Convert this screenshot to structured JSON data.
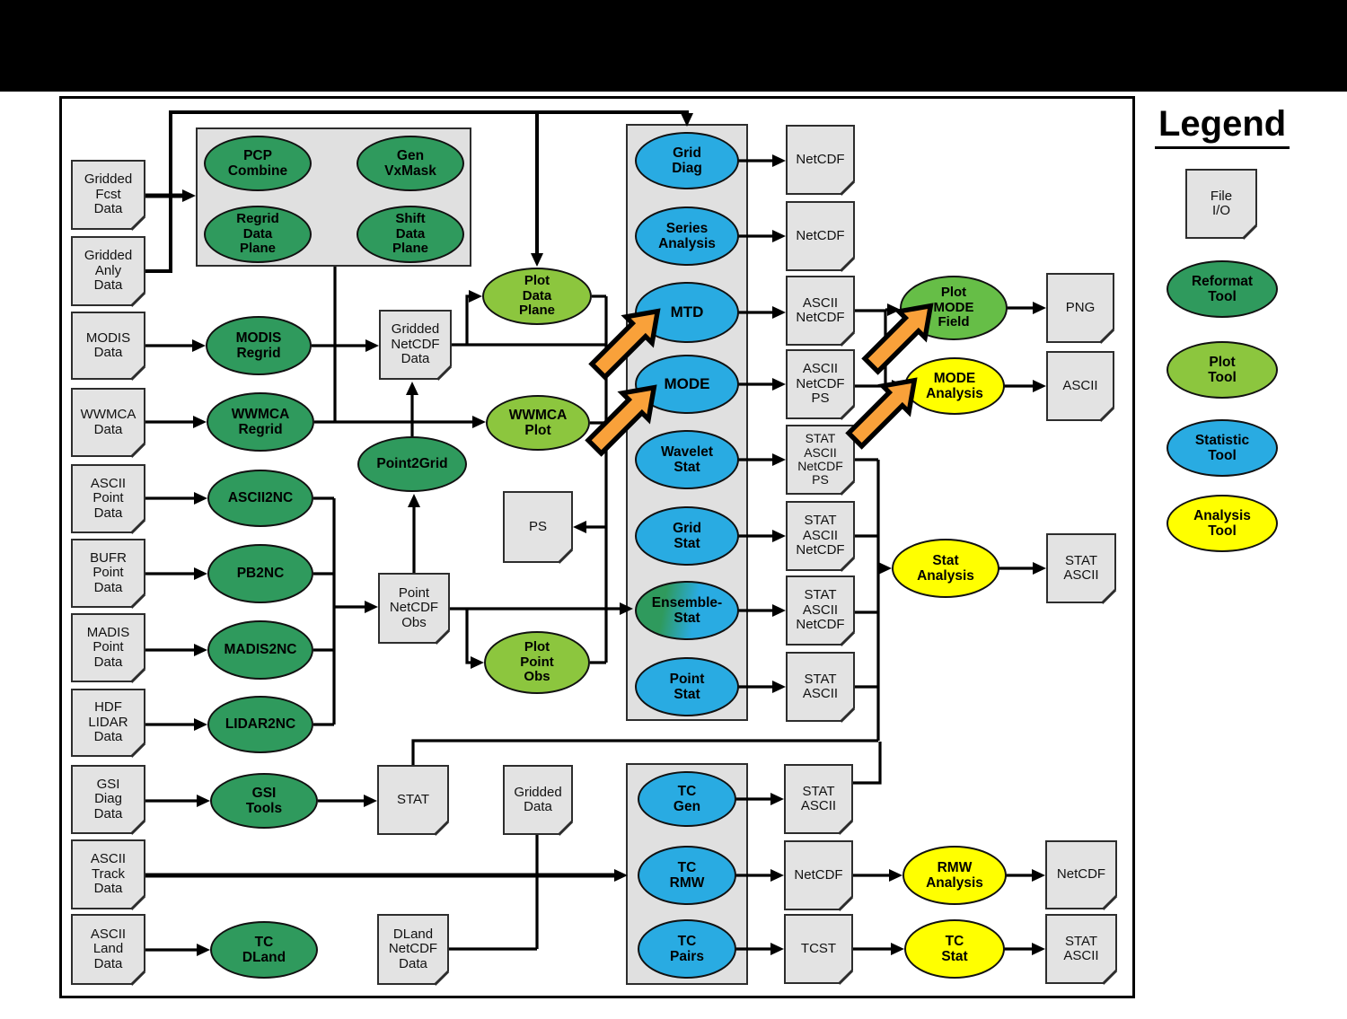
{
  "colors": {
    "reformat_tool": "#2F9A5D",
    "plot_tool": "#8CC63E",
    "plot_tool_dark": "#66BE47",
    "statistic_tool": "#29ABE2",
    "analysis_tool": "#FFFF00",
    "file_bg": "#E3E3E3",
    "container_bg": "#E0E0E0",
    "highlight_arrow": "#F9A13A",
    "line": "#000000"
  },
  "legend": {
    "title": "Legend",
    "file_io": "File\nI/O",
    "reformat": "Reformat\nTool",
    "plot": "Plot\nTool",
    "statistic": "Statistic\nTool",
    "analysis": "Analysis\nTool"
  },
  "nodes": {
    "gridded_fcst": "Gridded\nFcst\nData",
    "gridded_anly": "Gridded\nAnly\nData",
    "modis_data": "MODIS\nData",
    "wwmca_data": "WWMCA\nData",
    "ascii_point": "ASCII\nPoint\nData",
    "bufr_point": "BUFR\nPoint\nData",
    "madis_point": "MADIS\nPoint\nData",
    "hdf_lidar": "HDF\nLIDAR\nData",
    "gsi_diag": "GSI\nDiag\nData",
    "ascii_track": "ASCII\nTrack\nData",
    "ascii_land": "ASCII\nLand\nData",
    "pcp_combine": "PCP\nCombine",
    "gen_vxmask": "Gen\nVxMask",
    "regrid_data_plane": "Regrid\nData\nPlane",
    "shift_data_plane": "Shift\nData\nPlane",
    "modis_regrid": "MODIS\nRegrid",
    "wwmca_regrid": "WWMCA\nRegrid",
    "ascii2nc": "ASCII2NC",
    "pb2nc": "PB2NC",
    "madis2nc": "MADIS2NC",
    "lidar2nc": "LIDAR2NC",
    "point2grid": "Point2Grid",
    "gsi_tools": "GSI\nTools",
    "tc_dland": "TC\nDLand",
    "gridded_netcdf": "Gridded\nNetCDF\nData",
    "point_netcdf_obs": "Point\nNetCDF\nObs",
    "ps_doc": "PS",
    "stat_doc": "STAT",
    "gridded_data": "Gridded\nData",
    "dland_netcdf": "DLand\nNetCDF\nData",
    "plot_data_plane": "Plot\nData\nPlane",
    "wwmca_plot": "WWMCA\nPlot",
    "plot_point_obs": "Plot\nPoint\nObs",
    "plot_mode_field": "Plot\nMODE\nField",
    "grid_diag": "Grid\nDiag",
    "series_analysis": "Series\nAnalysis",
    "mtd": "MTD",
    "mode": "MODE",
    "wavelet_stat": "Wavelet\nStat",
    "grid_stat": "Grid\nStat",
    "ensemble_stat": "Ensemble-\nStat",
    "point_stat": "Point\nStat",
    "tc_gen": "TC\nGen",
    "tc_rmw": "TC\nRMW",
    "tc_pairs": "TC\nPairs",
    "mode_analysis": "MODE\nAnalysis",
    "stat_analysis": "Stat\nAnalysis",
    "rmw_analysis": "RMW\nAnalysis",
    "tc_stat": "TC\nStat",
    "out_netcdf_1": "NetCDF",
    "out_netcdf_2": "NetCDF",
    "out_ascii_netcdf": "ASCII\nNetCDF",
    "out_ascii_netcdf_ps": "ASCII\nNetCDF\nPS",
    "out_stat_ascii_netcdf_ps": "STAT\nASCII\nNetCDF\nPS",
    "out_stat_ascii_netcdf_1": "STAT\nASCII\nNetCDF",
    "out_stat_ascii_netcdf_2": "STAT\nASCII\nNetCDF",
    "out_stat_ascii_1": "STAT\nASCII",
    "png_doc": "PNG",
    "ascii_doc": "ASCII",
    "stat_ascii_sa": "STAT\nASCII",
    "tc_stat_ascii": "STAT\nASCII",
    "tc_netcdf": "NetCDF",
    "tcst_doc": "TCST",
    "rmw_netcdf": "NetCDF",
    "tcstat_stat_ascii": "STAT\nASCII"
  }
}
